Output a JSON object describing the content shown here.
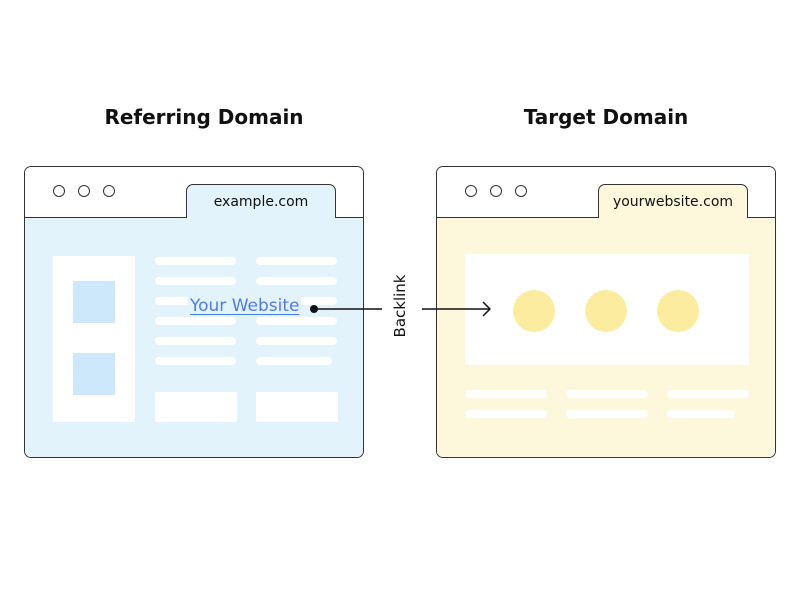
{
  "headings": {
    "referring": "Referring Domain",
    "target": "Target Domain"
  },
  "referring_browser": {
    "tab_url": "example.com",
    "link_text": "Your Website",
    "background_color": "#e3f3fc"
  },
  "target_browser": {
    "tab_url": "yourwebsite.com",
    "background_color": "#fdf8dc"
  },
  "connector": {
    "label": "Backlink"
  },
  "icons": [
    "window-control-dot-icon",
    "arrow-right-icon"
  ]
}
